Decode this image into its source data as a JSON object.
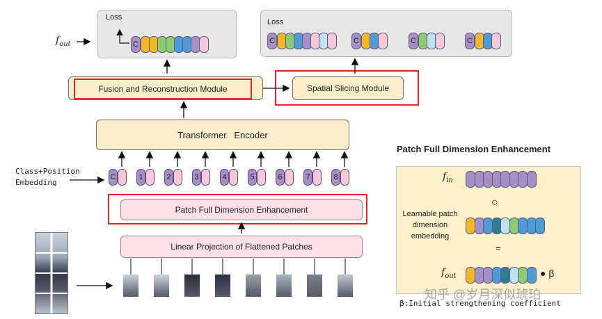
{
  "loss_left": "Loss",
  "loss_right": "Loss",
  "f_out_left": "f",
  "f_out_left_sub": "out",
  "fusion_module": "Fusion and Reconstruction Module",
  "spatial_module": "Spatial Slicing Module",
  "transformer": "Transformer   Encoder",
  "class_pos_line1": "Class+Position",
  "class_pos_line2": "Embedding",
  "token_labels": [
    "C",
    "1",
    "2",
    "3",
    "4",
    "5",
    "6",
    "7",
    "8"
  ],
  "pfde_box": "Patch Full Dimension Enhancement",
  "linear_proj": "Linear Projection of Flattened Patches",
  "panel_title": "Patch Full Dimension Enhancement",
  "f_in": "f",
  "f_in_sub": "in",
  "learnable_line1": "Learnable patch",
  "learnable_line2": "dimension",
  "learnable_line3": "embedding",
  "circle_op": "○",
  "equals": "=",
  "f_out_panel": "f",
  "f_out_panel_sub": "out",
  "beta": "● β",
  "beta_note": "β:Initial strengthening coefficient",
  "watermark": "知乎 @岁月深似琥珀",
  "token_c": "C",
  "colors": {
    "purple": "#a68fc5",
    "yellow": "#f3b72a",
    "green": "#8ccc6e",
    "blue": "#4f9bd6",
    "teal": "#2e7f8f",
    "mint": "#c4e6c9",
    "light_blue": "#bfe3f4",
    "pink": "#f7c9d8",
    "red": "#e0262b"
  }
}
